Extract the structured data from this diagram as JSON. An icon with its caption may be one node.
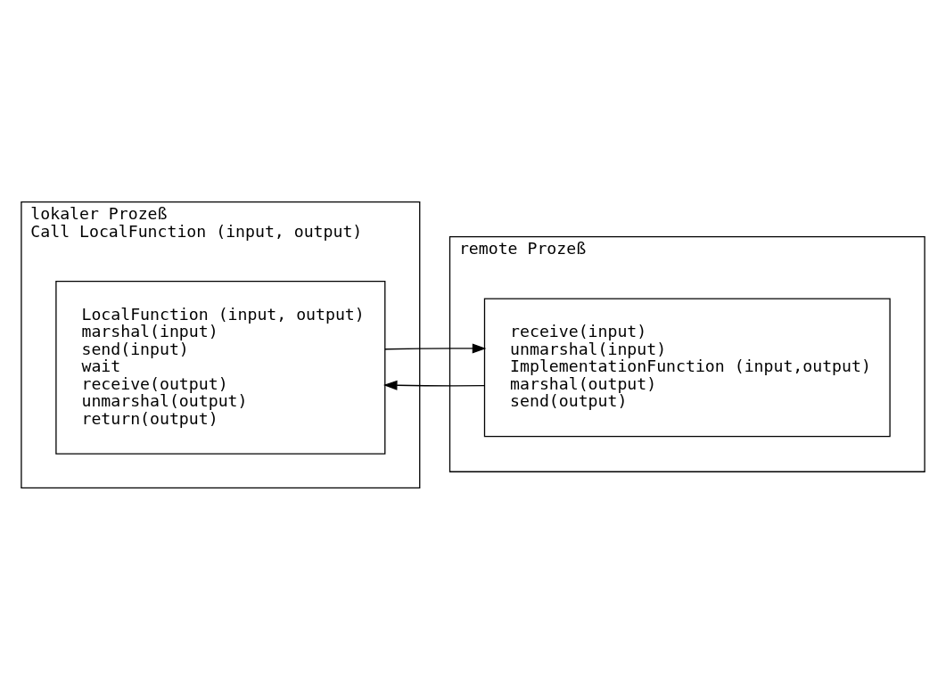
{
  "diagram": {
    "nodes": [
      {
        "text": [
          "lokaler Prozeß",
          "Call LocalFunction (input, output)"
        ]
      },
      {
        "text": [
          "LocalFunction (input, output)",
          "marshal(input)",
          "send(input)",
          "wait",
          "receive(output)",
          "unmarshal(output)",
          "return(output)"
        ],
        "in": 0
      },
      {
        "text": [
          "remote Prozeß"
        ]
      },
      {
        "text": [
          "receive(input)",
          "unmarshal(input)",
          "ImplementationFunction (input,output)",
          "marshal(output)",
          "send(output)"
        ],
        "in": 2
      }
    ],
    "edges": [
      {
        "from": 1,
        "to": 3,
        "arrow": "to"
      },
      {
        "from": 3,
        "to": 1,
        "arrow": "to"
      }
    ]
  }
}
